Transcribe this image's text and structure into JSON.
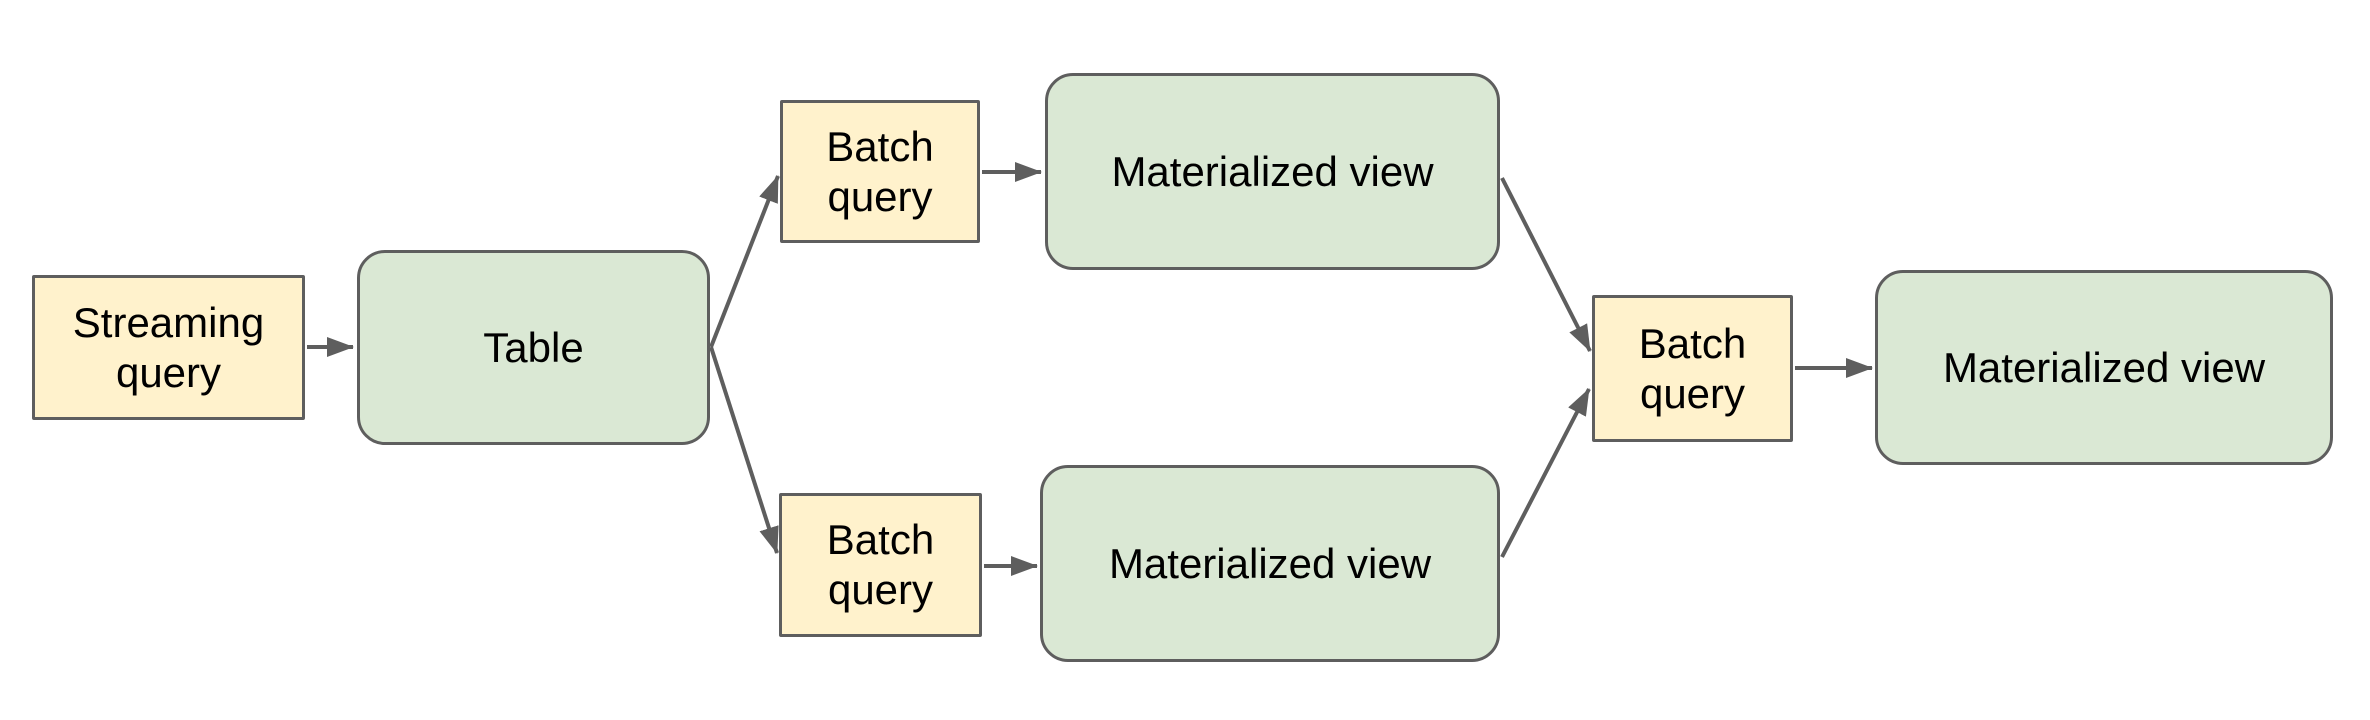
{
  "diagram": {
    "background": "#ffffff",
    "colors": {
      "query_node_fill": "#fff2cc",
      "view_node_fill": "#dae8d4",
      "node_border": "#5e5e5e",
      "arrow": "#5e5e5e",
      "text": "#000000"
    },
    "nodes": [
      {
        "id": "streaming-query",
        "label": "Streaming query",
        "type": "query"
      },
      {
        "id": "table",
        "label": "Table",
        "type": "view"
      },
      {
        "id": "batch-query-top",
        "label": "Batch query",
        "type": "query"
      },
      {
        "id": "materialized-view-top",
        "label": "Materialized view",
        "type": "view"
      },
      {
        "id": "batch-query-bottom",
        "label": "Batch query",
        "type": "query"
      },
      {
        "id": "materialized-view-bottom",
        "label": "Materialized view",
        "type": "view"
      },
      {
        "id": "batch-query-merge",
        "label": "Batch query",
        "type": "query"
      },
      {
        "id": "materialized-view-final",
        "label": "Materialized view",
        "type": "view"
      }
    ],
    "edges": [
      {
        "from": "streaming-query",
        "to": "table"
      },
      {
        "from": "table",
        "to": "batch-query-top"
      },
      {
        "from": "batch-query-top",
        "to": "materialized-view-top"
      },
      {
        "from": "materialized-view-top",
        "to": "batch-query-merge"
      },
      {
        "from": "table",
        "to": "batch-query-bottom"
      },
      {
        "from": "batch-query-bottom",
        "to": "materialized-view-bottom"
      },
      {
        "from": "materialized-view-bottom",
        "to": "batch-query-merge"
      },
      {
        "from": "batch-query-merge",
        "to": "materialized-view-final"
      }
    ]
  }
}
